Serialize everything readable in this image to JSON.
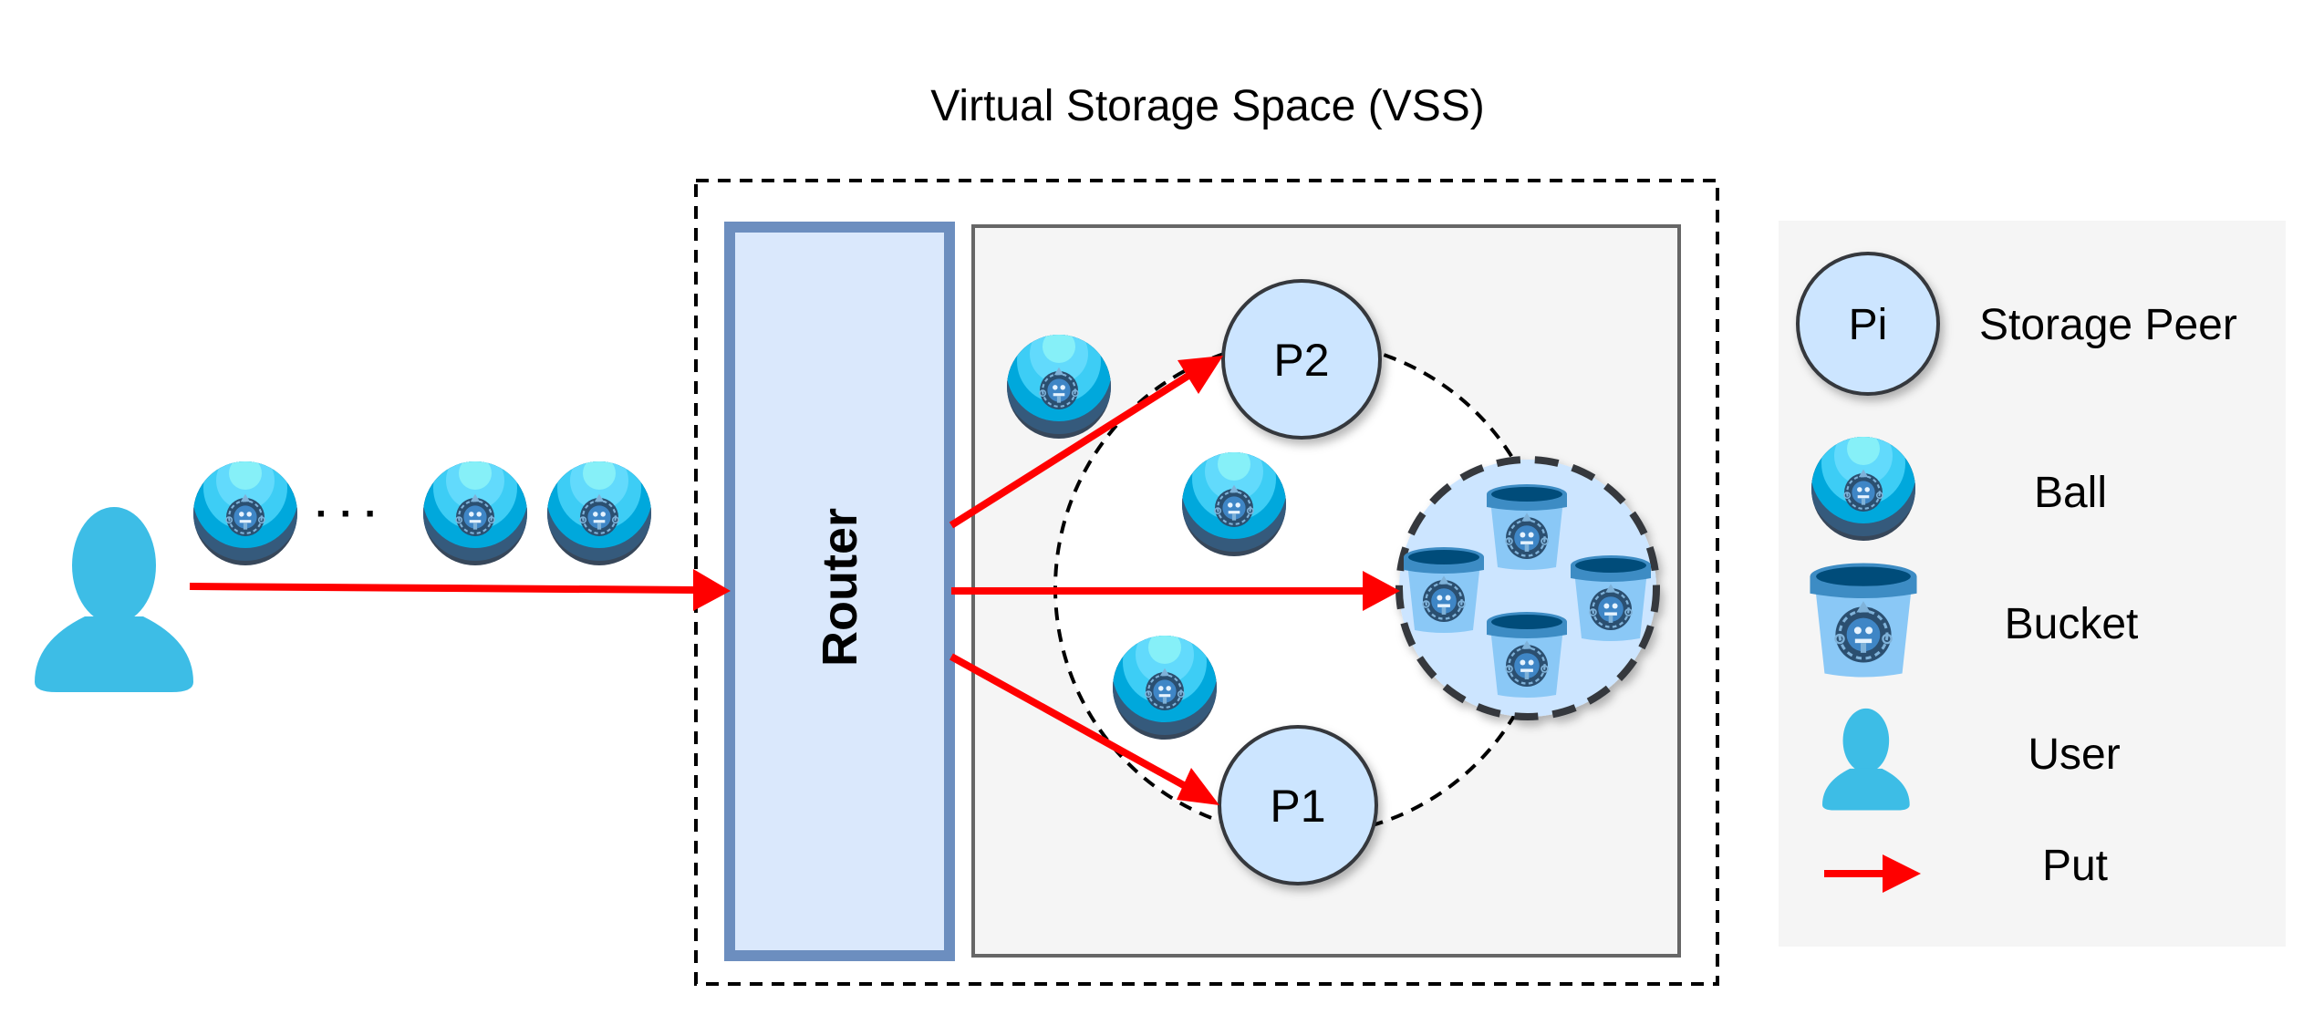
{
  "title": "Virtual Storage Space (VSS)",
  "router": {
    "label": "Router"
  },
  "peers": [
    {
      "id": "p2",
      "label": "P2"
    },
    {
      "id": "p1",
      "label": "P1"
    }
  ],
  "ellipsis": "· · ·",
  "incoming_balls_count_visible": 3,
  "balls_in_vss_count": 3,
  "buckets_in_group_count": 4,
  "legend": {
    "items": [
      {
        "icon": "storage-peer-icon",
        "icon_label": "Pi",
        "label": "Storage Peer"
      },
      {
        "icon": "ball-icon",
        "label": "Ball"
      },
      {
        "icon": "bucket-icon",
        "label": "Bucket"
      },
      {
        "icon": "user-icon",
        "label": "User"
      },
      {
        "icon": "put-arrow-icon",
        "label": "Put"
      }
    ]
  },
  "colors": {
    "put_arrow": "#ff0000",
    "router_fill": "#dae8fc",
    "router_stroke": "#6c8ebf",
    "peer_fill": "#cce5ff",
    "peer_stroke": "#36393d",
    "panel_fill": "#f5f5f5",
    "panel_stroke": "#666666",
    "user": "#3dbde6"
  }
}
